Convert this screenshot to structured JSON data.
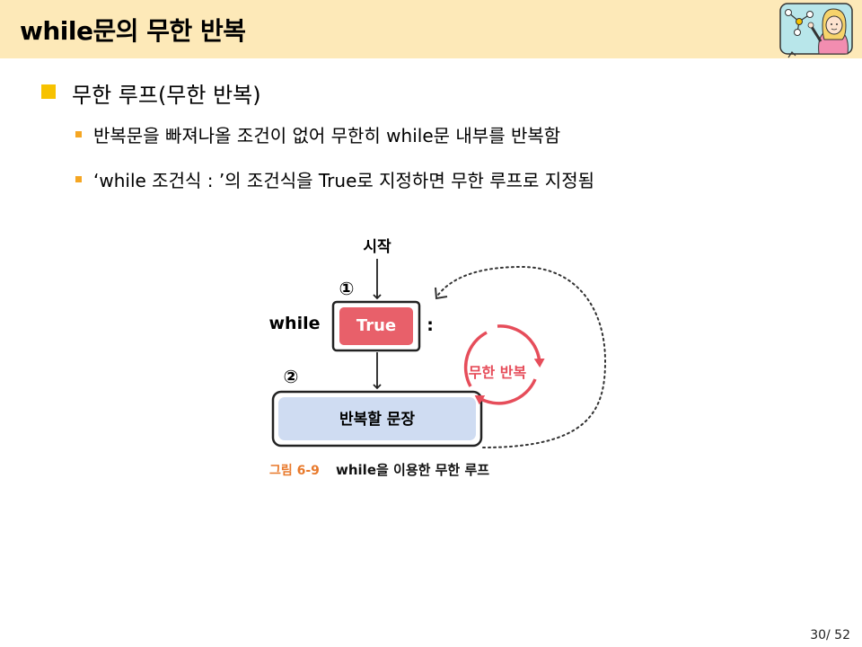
{
  "slide": {
    "title": "while문의 무한 반복",
    "bullets": [
      {
        "text": "무한 루프(무한 반복)",
        "sub": [
          "반복문을 빠져나올 조건이 없어 무한히 while문 내부를 반복함",
          "‘while 조건식 : ’의 조건식을 True로 지정하면 무한 루프로 지정됨"
        ]
      }
    ],
    "page": "30/ 52"
  },
  "figure": {
    "start_label": "시작",
    "step1": "①",
    "step2": "②",
    "while_kw": "while",
    "condition": "True",
    "colon": ":",
    "body_label": "반복할 문장",
    "loop_label": "무한 반복",
    "caption_number": "그림 6-9",
    "caption_text": "while을 이용한 무한 루프"
  },
  "colors": {
    "title_bg": "#fde9b8",
    "bullet_l1": "#f7c200",
    "bullet_l2": "#f5a623",
    "true_box": "#e8606a",
    "body_box": "#cfdcf2",
    "loop_red": "#e64d5a",
    "caption_orange": "#e8792b"
  },
  "icons": {
    "avatar": "presenter-avatar-icon"
  }
}
